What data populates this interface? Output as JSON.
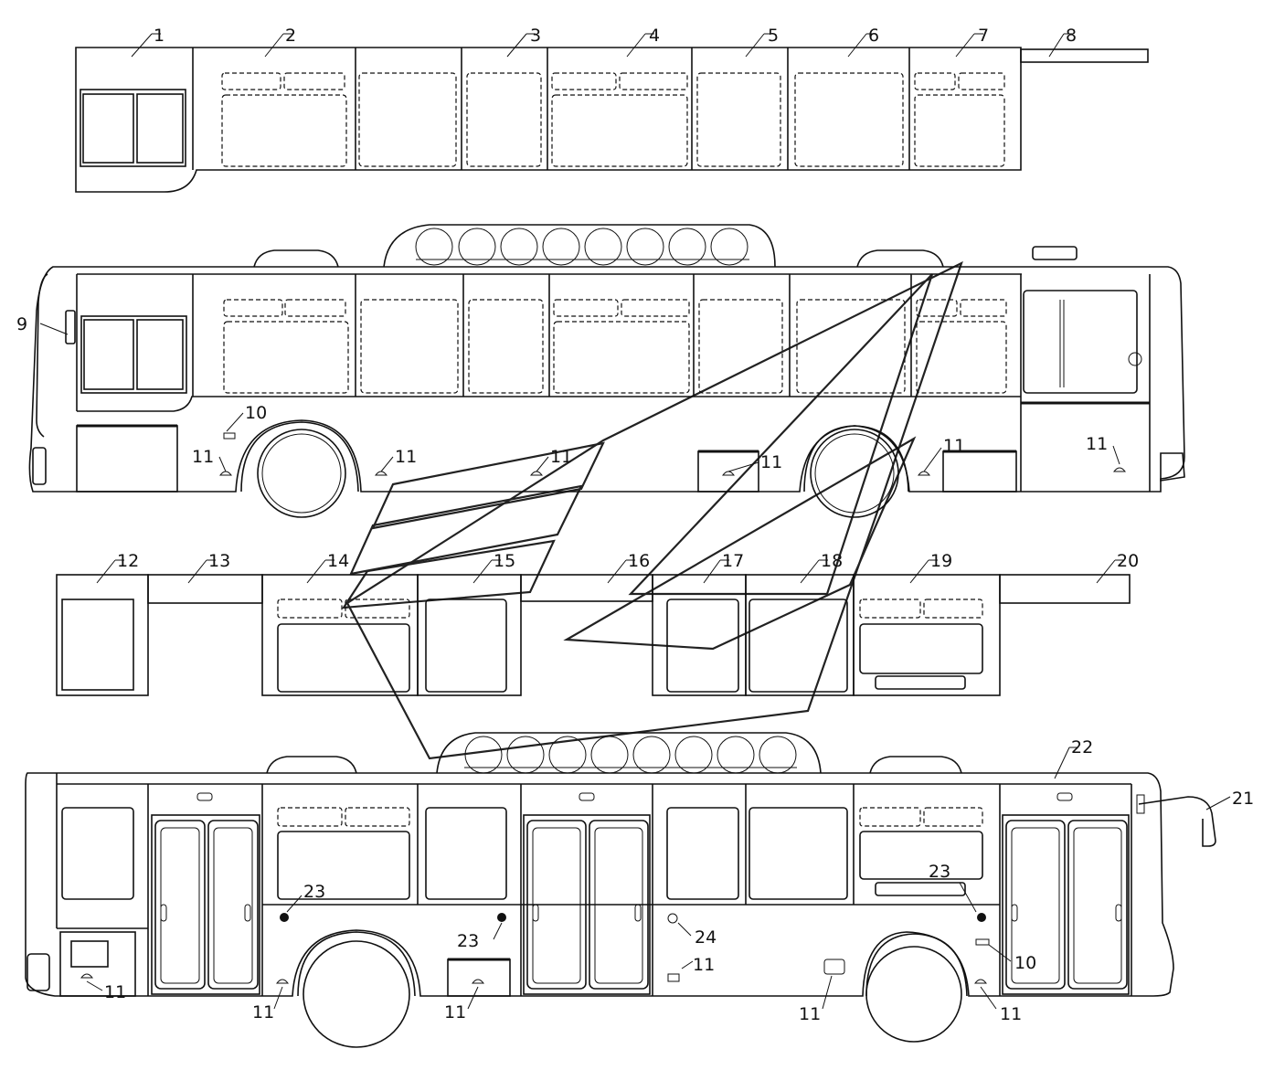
{
  "callouts": {
    "c1": "1",
    "c2": "2",
    "c3": "3",
    "c4": "4",
    "c5": "5",
    "c6": "6",
    "c7": "7",
    "c8": "8",
    "c9": "9",
    "c10": "10",
    "c11": "11",
    "c12": "12",
    "c13": "13",
    "c14": "14",
    "c15": "15",
    "c16": "16",
    "c17": "17",
    "c18": "18",
    "c19": "19",
    "c20": "20",
    "c21": "21",
    "c22": "22",
    "c23": "23",
    "c24": "24"
  },
  "colors": {
    "line": "#111111",
    "background": "#ffffff"
  }
}
